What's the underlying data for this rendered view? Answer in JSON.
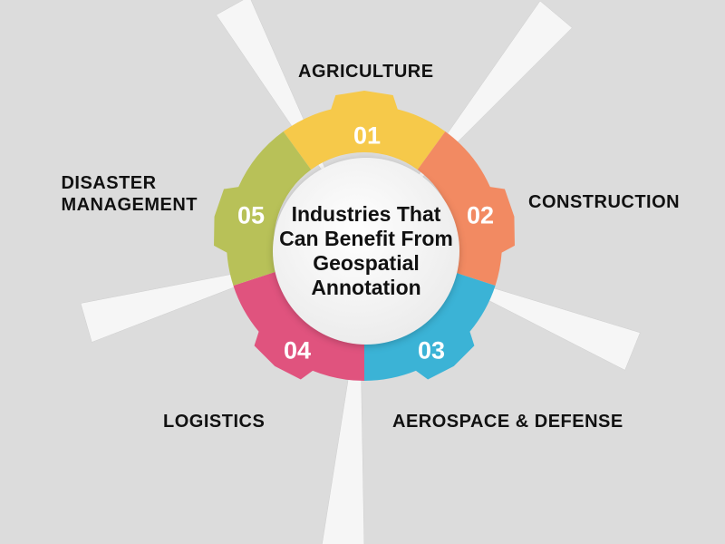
{
  "title": "Industries That Can Benefit From Geospatial Annotation",
  "colors": {
    "background": "#dcdcdc",
    "yellow": "#f6c94a",
    "orange": "#f28a62",
    "blue": "#3bb3d6",
    "pink": "#e0537e",
    "green": "#b8c158"
  },
  "segments": [
    {
      "number": "01",
      "label": "AGRICULTURE",
      "color": "#f6c94a"
    },
    {
      "number": "02",
      "label": "CONSTRUCTION",
      "color": "#f28a62"
    },
    {
      "number": "03",
      "label": "AEROSPACE & DEFENSE",
      "color": "#3bb3d6"
    },
    {
      "number": "04",
      "label": "LOGISTICS",
      "color": "#e0537e"
    },
    {
      "number": "05",
      "label_line1": "DISASTER",
      "label_line2": "MANAGEMENT",
      "color": "#b8c158"
    }
  ]
}
